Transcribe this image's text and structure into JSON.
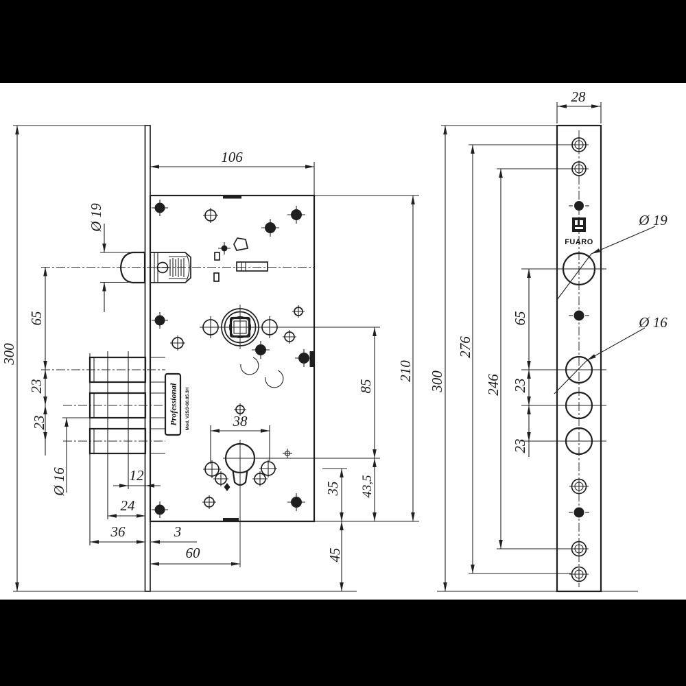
{
  "drawing": {
    "title": "Mortise lock technical drawing, two views",
    "brand": {
      "logo": "FUARO",
      "body_label": "Professional",
      "body_model": "Mod. V25/3-60.85.3H"
    },
    "left_view": {
      "name": "lock body side view",
      "dims": {
        "body_depth": "106",
        "plate_height": "300",
        "latch_dia": "Ø 19",
        "latch_to_bolt": "65",
        "bolt_gap_a": "23",
        "bolt_gap_b": "23",
        "bolt_dia": "Ø 16",
        "throw_12": "12",
        "throw_24": "24",
        "throw_36": "36",
        "plate_thickness": "3",
        "backset": "60",
        "cyl_screw_span": "38",
        "centers": "85",
        "body_height": "210",
        "cyl_to_bottom_a": "35",
        "cyl_to_bottom_b": "43,5",
        "body_to_plate_end": "45"
      }
    },
    "right_view": {
      "name": "faceplate front view",
      "dims": {
        "plate_width": "28",
        "plate_height": "300",
        "screw_span_outer": "276",
        "screw_span_inner": "246",
        "latch_to_bolt": "65",
        "bolt_gap_a": "23",
        "bolt_gap_b": "23",
        "latch_dia": "Ø 19",
        "bolt_dia": "Ø 16"
      }
    },
    "colors": {
      "line": "#1f1f1f",
      "background": "#ffffff",
      "letterbox": "#000000"
    }
  }
}
